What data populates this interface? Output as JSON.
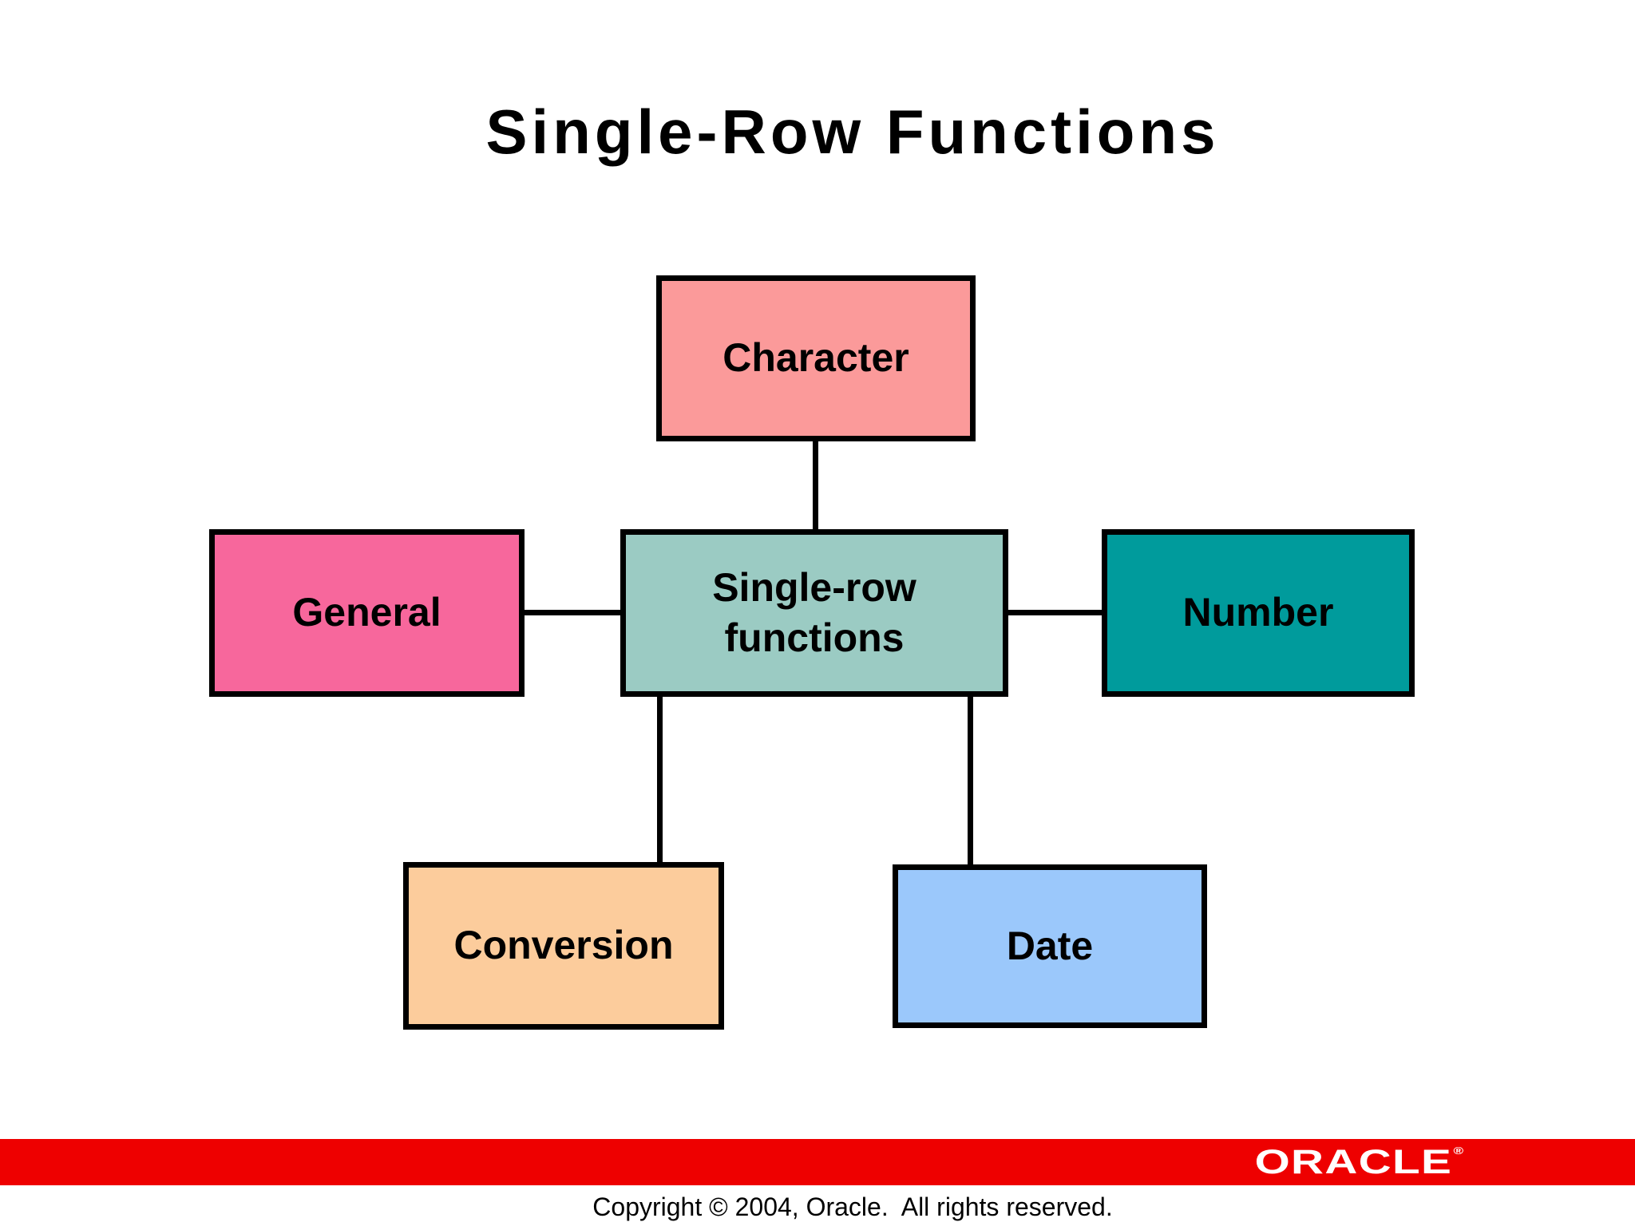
{
  "title": "Single-Row Functions",
  "nodes": {
    "center": {
      "label": "Single-row functions",
      "color": "#9bcbc3"
    },
    "character": {
      "label": "Character",
      "color": "#fb9a9a"
    },
    "general": {
      "label": "General",
      "color": "#f7679c"
    },
    "number": {
      "label": "Number",
      "color": "#009b9c"
    },
    "conversion": {
      "label": "Conversion",
      "color": "#fccc9c"
    },
    "date": {
      "label": "Date",
      "color": "#9bc8fb"
    }
  },
  "line_color": "#000000",
  "footer": {
    "brand": "ORACLE",
    "registered_mark": "®",
    "bar_color": "#ee0000",
    "brand_color": "#ffffff",
    "copyright": "Copyright © 2004, Oracle.  All rights reserved."
  }
}
